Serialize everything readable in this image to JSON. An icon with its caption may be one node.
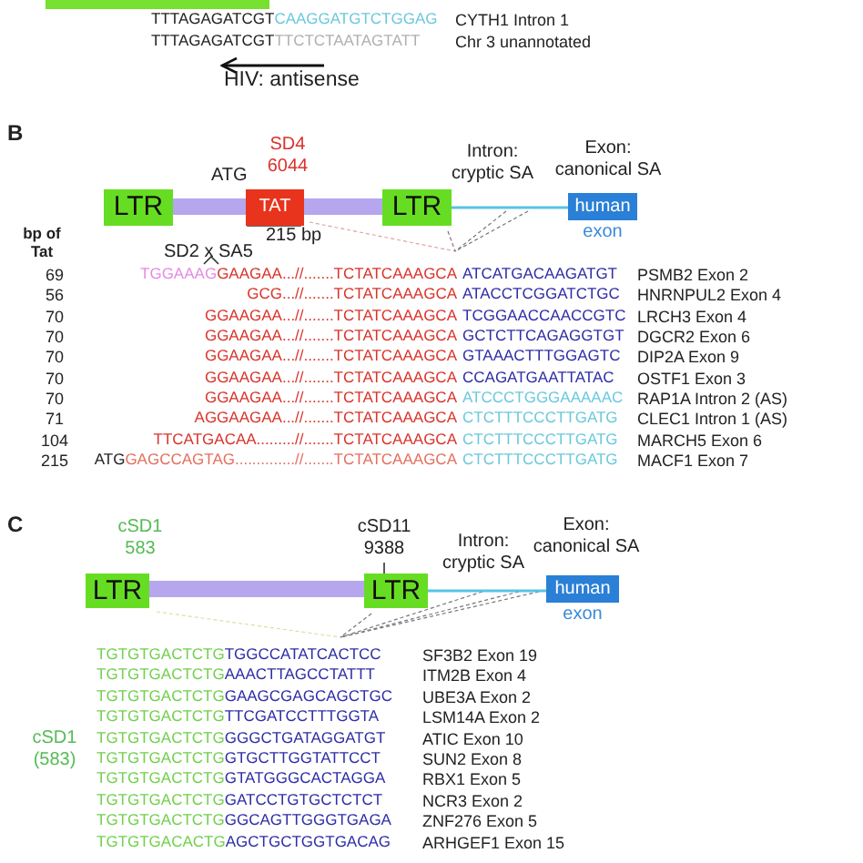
{
  "diagram": {
    "nodes": [
      {
        "text": [],
        "shape": "bar"
      },
      {
        "text": [
          "LTR"
        ]
      },
      {
        "text": [
          "TAT"
        ]
      },
      {
        "text": [
          "LTR"
        ]
      },
      {
        "text": [
          "human",
          "exon"
        ]
      },
      {
        "text": [
          "LTR"
        ]
      },
      {
        "text": [
          "LTR"
        ]
      },
      {
        "text": [
          "human",
          "exon"
        ]
      }
    ],
    "edges": [
      {
        "from": 3,
        "to": 4,
        "arrow": "none"
      },
      {
        "from": 6,
        "to": 7,
        "arrow": "none"
      }
    ],
    "labels": [
      "TTTAGAGATCGT",
      "CAAGGATGTCTGGAG",
      "CYTH1 Intron 1",
      "TTTAGAGATCGT",
      "TTCTCTAATAGTATT",
      "Chr 3 unannotated",
      "HIV: antisense",
      "B",
      "SD4",
      "6044",
      "ATG",
      "Intron: cryptic SA",
      "Exon: canonical SA",
      "215 bp",
      "bp of Tat",
      "SD2 x SA5",
      "69",
      "TGGAAAG",
      "GAAGAA...//.......TCTATCAAAGCA",
      "ATCATGACAAGATGT",
      "PSMB2 Exon 2",
      "56",
      "GCG...//.......TCTATCAAAGCA",
      "ATACCTCGGATCTGC",
      "HNRNPUL2 Exon 4",
      "70",
      "GGAAGAA...//.......TCTATCAAAGCA",
      "TCGGAACCAACCGTC",
      "LRCH3 Exon 4",
      "70",
      "GGAAGAA...//.......TCTATCAAAGCA",
      "GCTCTTCAGAGGTGT",
      "DGCR2 Exon 6",
      "70",
      "GGAAGAA...//.......TCTATCAAAGCA",
      "GTAAACTTTGGAGTC",
      "DIP2A Exon 9",
      "70",
      "GGAAGAA...//.......TCTATCAAAGCA",
      "CCAGATGAATTATAC",
      "OSTF1 Exon 3",
      "70",
      "GGAAGAA...//.......TCTATCAAAGCA",
      "ATCCCTGGGAAAAAC",
      "RAP1A Intron 2 (AS)",
      "71",
      "AGGAAGAA...//.......TCTATCAAAGCA",
      "CTCTTTCCCTTGATG",
      "CLEC1 Intron 1 (AS)",
      "104",
      "TTCATGACAA.........//.......TCTATCAAAGCA",
      "CTCTTTCCCTTGATG",
      "MARCH5 Exon 6",
      "215",
      "ATG",
      "GAGCCAGTAG..............//.......TCTATCAAAGCA",
      "CTCTTTCCCTTGATG",
      "MACF1 Exon 7",
      "C",
      "cSD1",
      "583",
      "cSD11",
      "9388",
      "Intron: cryptic SA",
      "Exon: canonical SA",
      "TGTGTGACTCTG",
      "TGGCCATATCACTCC",
      "SF3B2 Exon 19",
      "TGTGTGACTCTG",
      "AAACTTAGCCTATTT",
      "ITM2B Exon 4",
      "TGTGTGACTCTG",
      "GAAGCGAGCAGCTGC",
      "UBE3A Exon 2",
      "TGTGTGACTCTG",
      "TTCGATCCTTTGGTA",
      "LSM14A Exon 2",
      "TGTGTGACTCTG",
      "GGGCTGATAGGATGT",
      "ATIC Exon 10",
      "TGTGTGACTCTG",
      "GTGCTTGGTATTCCT",
      "SUN2 Exon 8",
      "TGTGTGACTCTG",
      "GTATGGGCACTAGGA",
      "RBX1 Exon 5",
      "TGTGTGACTCTG",
      "GATCCTGTGCTCTCT",
      "NCR3 Exon 2",
      "TGTGTGACTCTG",
      "GGCAGTTGGGTGAGA",
      "ZNF276 Exon 5",
      "TGTGTGACACTG",
      "AGCTGCTGGTGACAG",
      "ARHGEF1 Exon 15",
      "cSD1 (583)"
    ]
  }
}
